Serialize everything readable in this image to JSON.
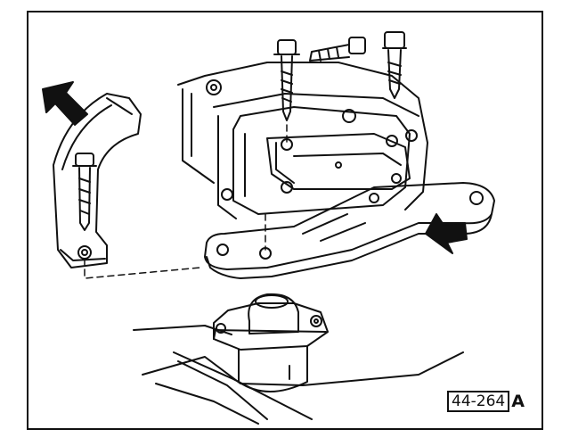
{
  "figure": {
    "reference_number": "44-264",
    "reference_letter": "A"
  },
  "colors": {
    "ink": "#111111",
    "paper": "#ffffff"
  },
  "parts": {
    "bolts_count": 4,
    "arrows_count": 2
  }
}
